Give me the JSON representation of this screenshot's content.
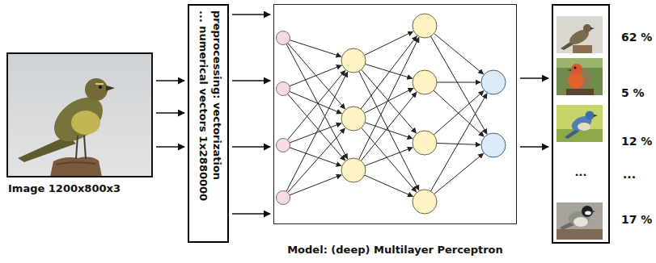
{
  "diagram": {
    "nodes": [
      {
        "text": [
          "Image 1200x800x3"
        ]
      },
      {
        "text": [
          "preprocessing: vectorization",
          "... numerical vectors 1x2880000"
        ]
      },
      {
        "text": [
          "Model: (deep) Multilayer Perceptron"
        ]
      },
      {
        "text": [
          "..."
        ]
      }
    ],
    "edges": [
      {
        "from": 0,
        "to": 1,
        "arrow": "to"
      },
      {
        "from": 0,
        "to": 1,
        "arrow": "to"
      },
      {
        "from": 0,
        "to": 1,
        "arrow": "to"
      },
      {
        "from": 1,
        "to": 2,
        "arrow": "to"
      },
      {
        "from": 1,
        "to": 2,
        "arrow": "to"
      },
      {
        "from": 1,
        "to": 2,
        "arrow": "to"
      },
      {
        "from": 1,
        "to": 2,
        "arrow": "to"
      },
      {
        "from": 2,
        "to": 3,
        "arrow": "to"
      },
      {
        "from": 2,
        "to": 3,
        "arrow": "to"
      }
    ],
    "labels": [
      "62 %",
      "5 %",
      "12 %",
      "...",
      "17 %"
    ]
  }
}
